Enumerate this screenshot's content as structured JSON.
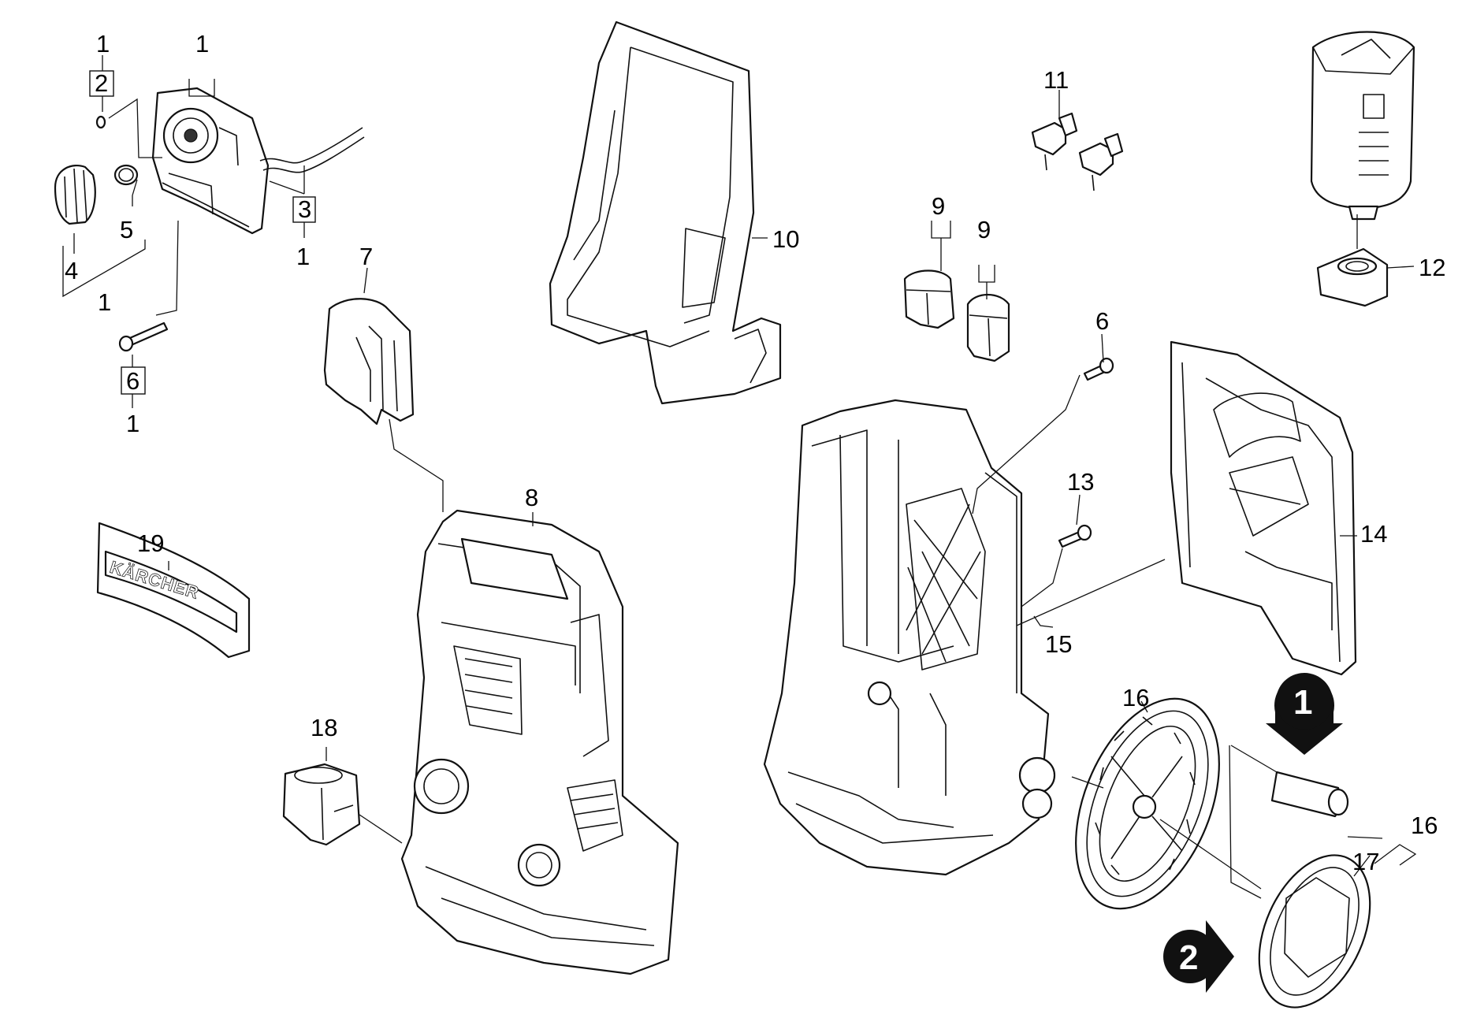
{
  "callouts": {
    "c1a": "1",
    "c1b": "1",
    "c2": "2",
    "c3": "3",
    "c1c": "1",
    "c4": "4",
    "c5": "5",
    "c1d": "1",
    "c6a": "6",
    "c1e": "1",
    "c7": "7",
    "c8": "8",
    "c9a": "9",
    "c9b": "9",
    "c10": "10",
    "c11": "11",
    "c12": "12",
    "c6b": "6",
    "c13": "13",
    "c14": "14",
    "c15": "15",
    "c16a": "16",
    "c16b": "16",
    "c17": "17",
    "c18": "18",
    "c19": "19"
  },
  "markers": {
    "m1": "1",
    "m2": "2"
  },
  "logo": "KÄRCHER",
  "colors": {
    "line": "#111111",
    "background": "#ffffff",
    "marker": "#111111"
  }
}
